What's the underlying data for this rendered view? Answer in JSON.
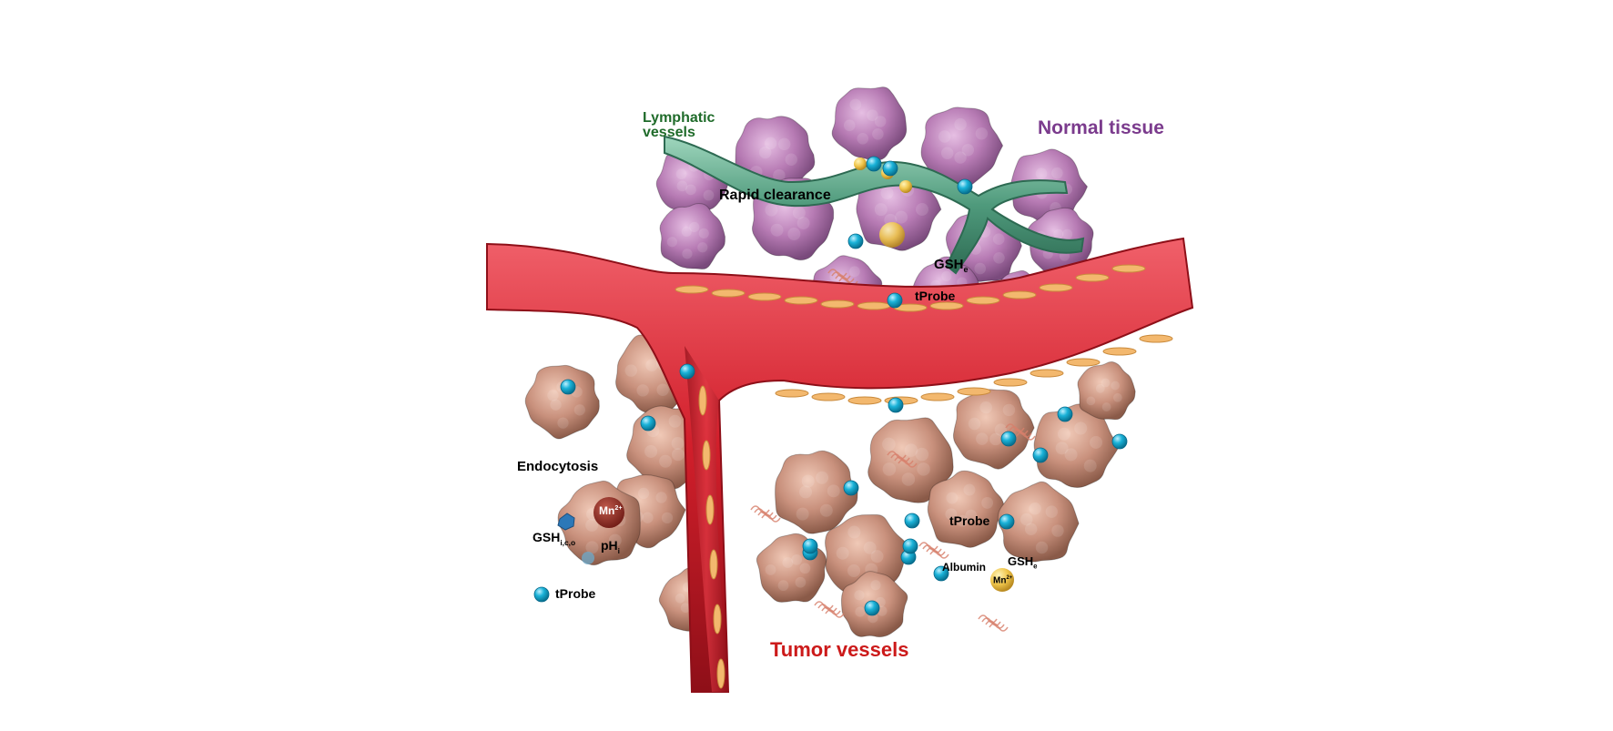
{
  "labels": {
    "lymphatic_vessels": [
      "Lymphatic",
      "vessels"
    ],
    "normal_tissue": "Normal tissue",
    "rapid_clearance": "Rapid clearance",
    "gsh_normal": {
      "main": "GSH",
      "sub": "e"
    },
    "tprobe_normal": "tProbe",
    "endocytosis": "Endocytosis",
    "mn_cell": {
      "main": "Mn",
      "sup": "2+"
    },
    "gsh_cell": {
      "main": "GSH",
      "sub": "i,c,o"
    },
    "ph_cell": {
      "main": "pH",
      "sub": "i"
    },
    "tprobe_legend": "tProbe",
    "tprobe_tumor": "tProbe",
    "albumin": "Albumin",
    "gsh_tumor": {
      "main": "GSH",
      "sub": "e"
    },
    "mn_tumor": {
      "main": "Mn",
      "sup": "2+"
    },
    "tumor_vessels": "Tumor vessels"
  },
  "colors": {
    "normal_cell": "#b77bb4",
    "tumor_cell": "#c9917d",
    "vessel": "#d21f2b",
    "vessel_dark": "#8e0f18",
    "endothelium": "#f3b86e",
    "lymphatic": "#4f9a7c",
    "probe": "#1ab2d8",
    "lymph_label": "#1f6b2a",
    "normal_label": "#7b3b8d",
    "tumor_label": "#cc1a1a"
  }
}
